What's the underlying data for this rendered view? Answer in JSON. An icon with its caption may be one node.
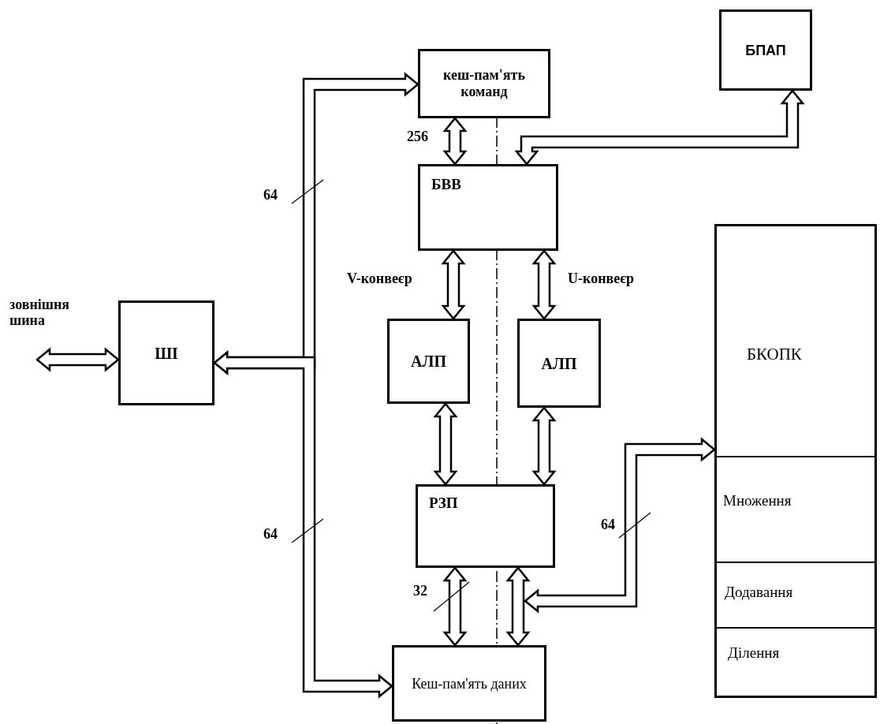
{
  "diagram": {
    "nodes": [
      {
        "text": [
          "кеш-пам'ять команд"
        ]
      },
      {
        "text": [
          "БПАП"
        ]
      },
      {
        "text": [
          "БВВ"
        ]
      },
      {
        "text": [
          "ШІ"
        ]
      },
      {
        "text": [
          "АЛП"
        ]
      },
      {
        "text": [
          "АЛП"
        ]
      },
      {
        "text": [
          "БКОПК"
        ]
      },
      {
        "text": [
          "Множення"
        ],
        "in": 6
      },
      {
        "text": [
          "Додавання"
        ],
        "in": 6
      },
      {
        "text": [
          "Ділення"
        ],
        "in": 6
      },
      {
        "text": [
          "РЗП"
        ]
      },
      {
        "text": [
          "Кеш-пам'ять даних"
        ]
      }
    ],
    "edges": [
      {
        "from": null,
        "to": 3,
        "arrow": "both"
      },
      {
        "from": 3,
        "to": 0,
        "arrow": "both",
        "label": "64"
      },
      {
        "from": 3,
        "to": 11,
        "arrow": "both",
        "label": "64"
      },
      {
        "from": 0,
        "to": 2,
        "arrow": "both",
        "label": "256"
      },
      {
        "from": 1,
        "to": 2,
        "arrow": "both"
      },
      {
        "from": 2,
        "to": 4,
        "arrow": "both",
        "label": "V-конвеєр"
      },
      {
        "from": 2,
        "to": 5,
        "arrow": "both",
        "label": "U-конвеєр"
      },
      {
        "from": 4,
        "to": 10,
        "arrow": "both"
      },
      {
        "from": 5,
        "to": 10,
        "arrow": "both"
      },
      {
        "from": 10,
        "to": 11,
        "arrow": "both",
        "label": "32"
      },
      {
        "from": 10,
        "to": 11,
        "arrow": "both"
      },
      {
        "from": 6,
        "to": 10,
        "arrow": "both",
        "label": "64"
      },
      {
        "from": 6,
        "to": 11,
        "arrow": "both"
      }
    ],
    "labels": [
      "зовнішня шина"
    ]
  }
}
